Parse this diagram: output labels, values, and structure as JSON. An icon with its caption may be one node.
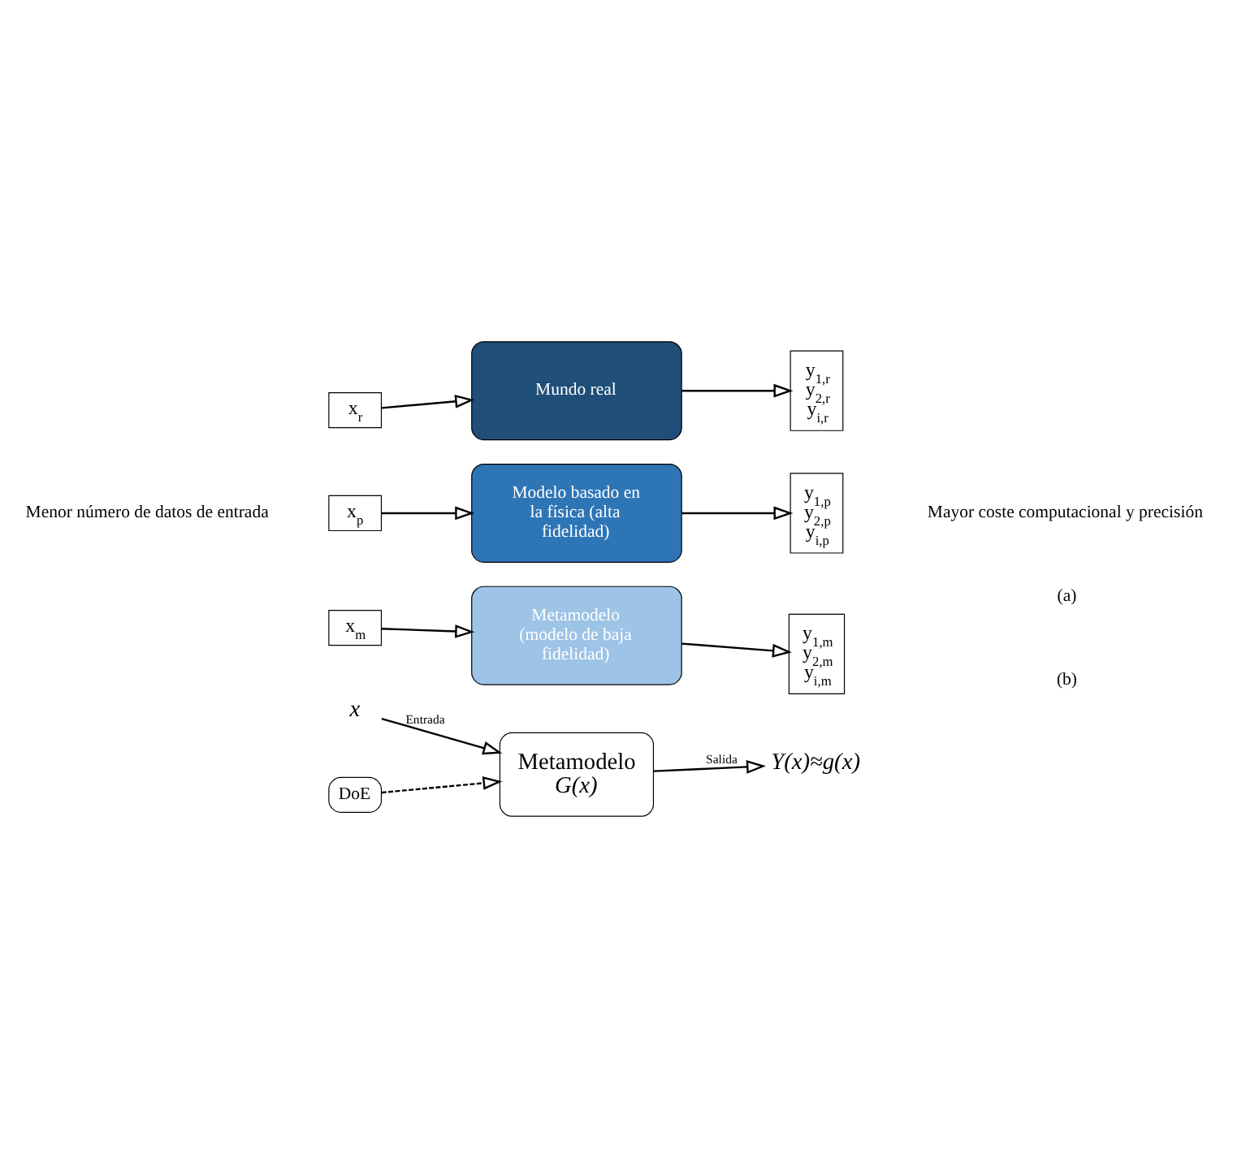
{
  "diagram": {
    "nodes": [
      {
        "text": [
          "x$_{r}$"
        ]
      },
      {
        "text": [
          "Mundo real"
        ]
      },
      {
        "text": [
          "y$_{1,r}$",
          "y$_{2,r}$",
          "y$_{i,r}$"
        ]
      },
      {
        "text": [
          "x$_{p}$"
        ]
      },
      {
        "text": [
          "Modelo basado en la física (alta fidelidad)"
        ]
      },
      {
        "text": [
          "y$_{1,p}$",
          "y$_{2,p}$",
          "y$_{i,p}$"
        ]
      },
      {
        "text": [
          "x$_{m}$"
        ]
      },
      {
        "text": [
          "Metamodelo (modelo de baja fidelidad)"
        ]
      },
      {
        "text": [
          "y$_{1,m}$",
          "y$_{2,m}$",
          "y$_{i,m}$"
        ]
      },
      {
        "text": [
          "x"
        ]
      },
      {
        "text": [
          "DoE"
        ]
      },
      {
        "text": [
          "Metamodelo",
          "G(x)"
        ]
      },
      {
        "text": [
          "Y(x)≈g(x)"
        ]
      }
    ],
    "edges": [
      {
        "from": 0,
        "to": 1,
        "arrow": "to"
      },
      {
        "from": 1,
        "to": 2,
        "arrow": "to"
      },
      {
        "from": 3,
        "to": 4,
        "arrow": "to"
      },
      {
        "from": 4,
        "to": 5,
        "arrow": "to"
      },
      {
        "from": 6,
        "to": 7,
        "arrow": "to"
      },
      {
        "from": 7,
        "to": 8,
        "arrow": "to"
      },
      {
        "from": 9,
        "to": 11,
        "arrow": "to",
        "label": "Entrada"
      },
      {
        "from": 10,
        "to": 11,
        "arrow": "to",
        "style": "dashed"
      },
      {
        "from": 11,
        "to": 12,
        "arrow": "to",
        "label": "Salida"
      }
    ],
    "labels": [
      "Menor número de datos de entrada",
      "Mayor coste computacional y precisión",
      "(a)",
      "(b)"
    ]
  }
}
